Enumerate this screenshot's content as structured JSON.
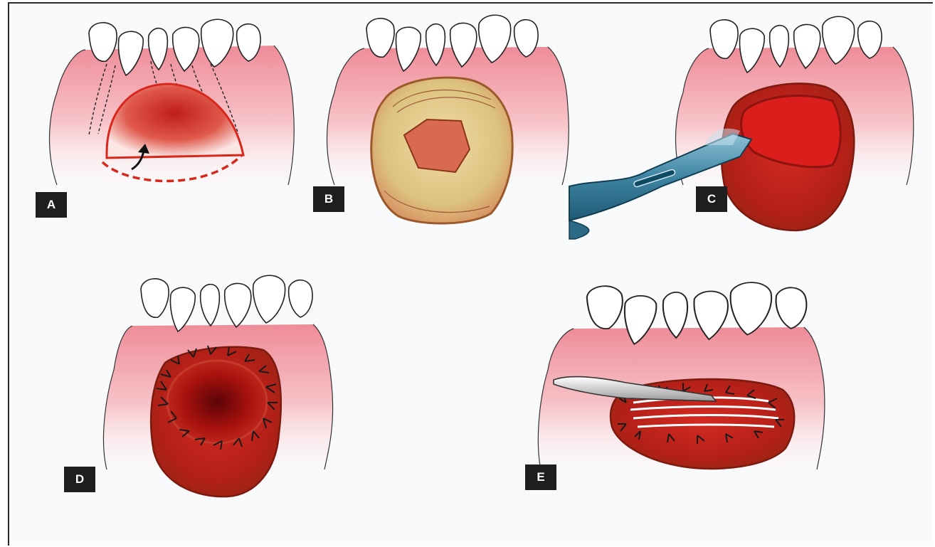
{
  "panels": [
    {
      "id": "A",
      "label": "A"
    },
    {
      "id": "B",
      "label": "B"
    },
    {
      "id": "C",
      "label": "C"
    },
    {
      "id": "D",
      "label": "D"
    },
    {
      "id": "E",
      "label": "E"
    }
  ],
  "colors": {
    "background": "#f9fafc",
    "gum_top": "#f0a0a8",
    "gum_bottom": "#ffffff",
    "flap_red": "#b8241c",
    "flap_dark": "#8c1410",
    "graft_tan": "#dcc890",
    "scalpel_steel": "#3a7a96",
    "label_bg": "#1e1e1e",
    "label_text": "#ffffff"
  }
}
